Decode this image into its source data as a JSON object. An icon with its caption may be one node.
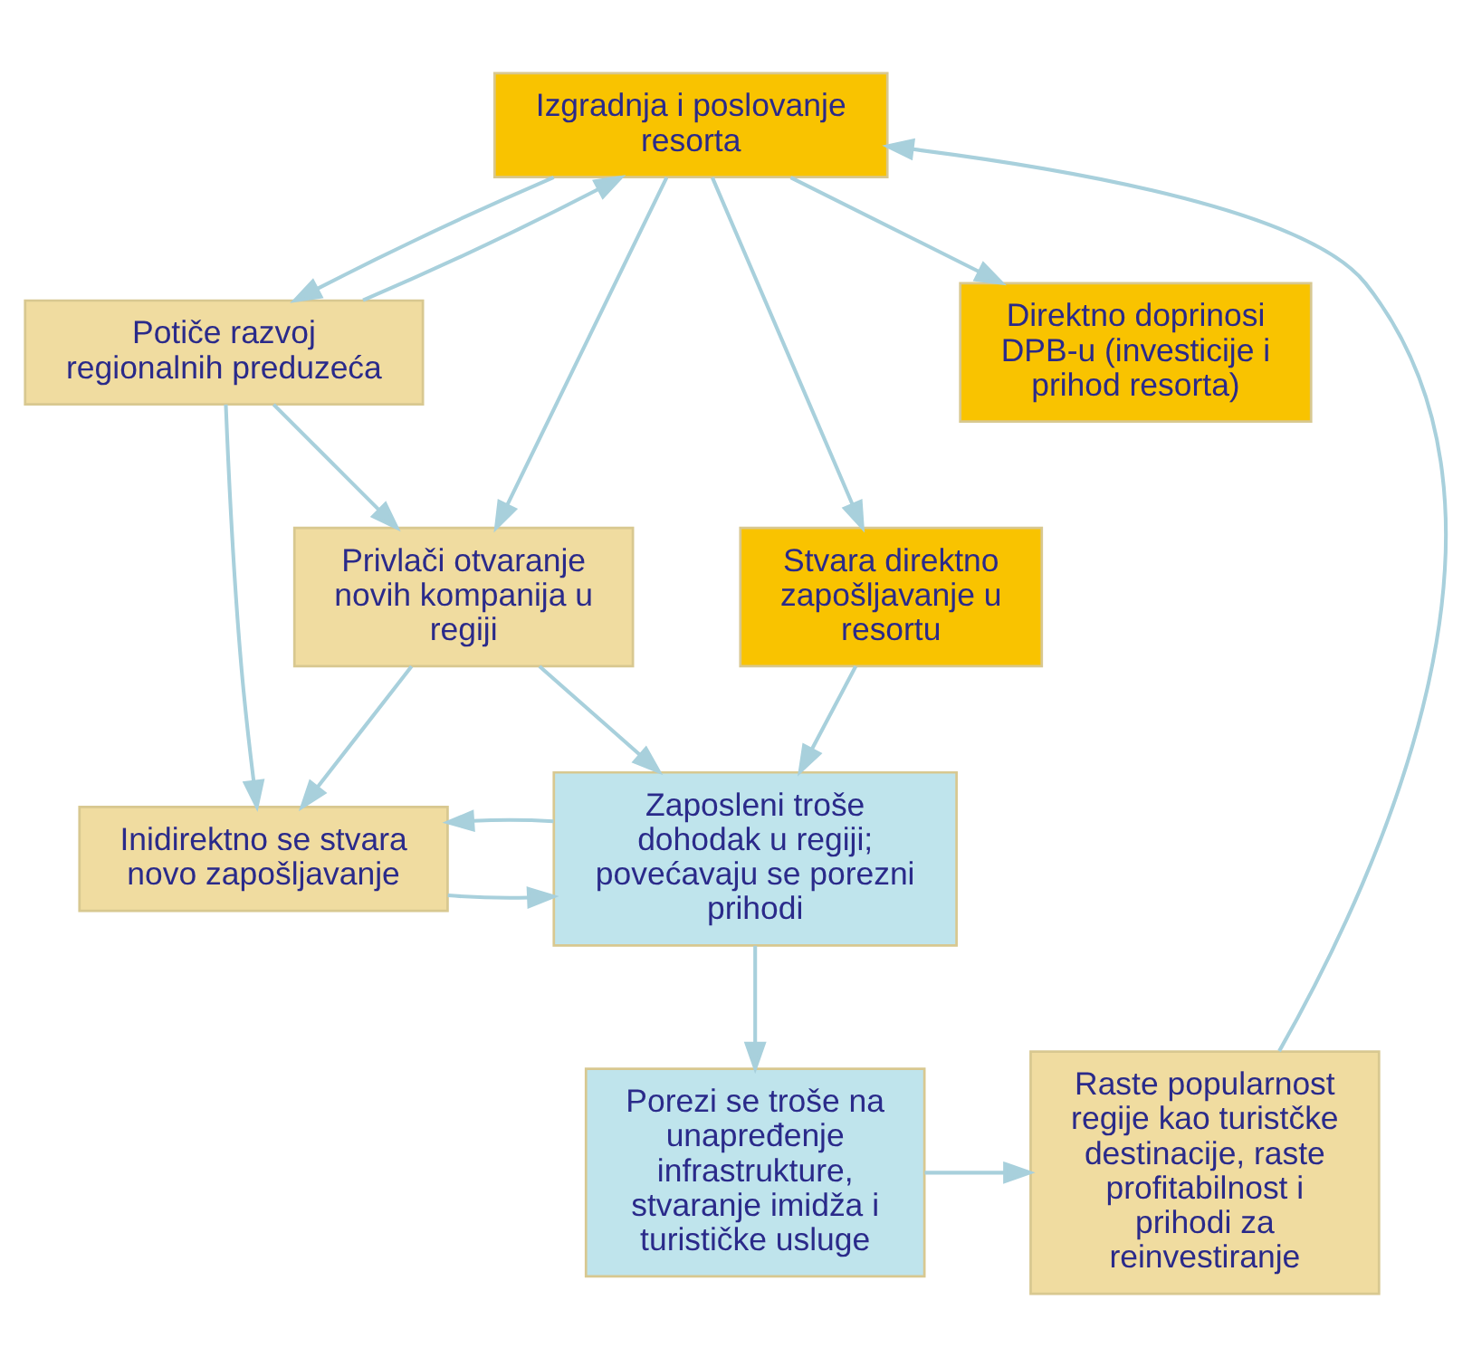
{
  "diagram": {
    "nodes": [
      {
        "text": [
          "Izgradnja i poslovanje resorta"
        ]
      },
      {
        "text": [
          "Direktno doprinosi DPB-u (investicije i prihod resorta)"
        ]
      },
      {
        "text": [
          "Potiče razvoj regionalnih preduzeća"
        ]
      },
      {
        "text": [
          "Stvara direktno zapošljavanje u resortu"
        ]
      },
      {
        "text": [
          "Privlači otvaranje novih kompanija u regiji"
        ]
      },
      {
        "text": [
          "Zaposleni troše dohodak u regiji; povećavaju se porezni prihodi"
        ]
      },
      {
        "text": [
          "Inidirektno se stvara novo zapošljavanje"
        ]
      },
      {
        "text": [
          "Raste popularnost regije kao turistčke destinacije, raste profitabilnost i prihodi za reinvestiranje"
        ]
      },
      {
        "text": [
          "Porezi se troše na unapređenje infrastrukture, stvaranje imidža i turističke usluge"
        ]
      }
    ],
    "edges": [
      {
        "from": 0,
        "to": 1,
        "arrow": "to"
      },
      {
        "from": 0,
        "to": 3,
        "arrow": "to"
      },
      {
        "from": 0,
        "to": 4,
        "arrow": "to"
      },
      {
        "from": 0,
        "to": 2,
        "arrow": "to"
      },
      {
        "from": 2,
        "to": 0,
        "arrow": "to"
      },
      {
        "from": 2,
        "to": 4,
        "arrow": "to"
      },
      {
        "from": 3,
        "to": 5,
        "arrow": "to"
      },
      {
        "from": 4,
        "to": 5,
        "arrow": "to"
      },
      {
        "from": 4,
        "to": 6,
        "arrow": "to"
      },
      {
        "from": 2,
        "to": 6,
        "arrow": "to"
      },
      {
        "from": 6,
        "to": 5,
        "arrow": "to"
      },
      {
        "from": 5,
        "to": 6,
        "arrow": "to"
      },
      {
        "from": 5,
        "to": 8,
        "arrow": "to"
      },
      {
        "from": 8,
        "to": 7,
        "arrow": "to"
      },
      {
        "from": 7,
        "to": 0,
        "arrow": "to"
      }
    ]
  }
}
